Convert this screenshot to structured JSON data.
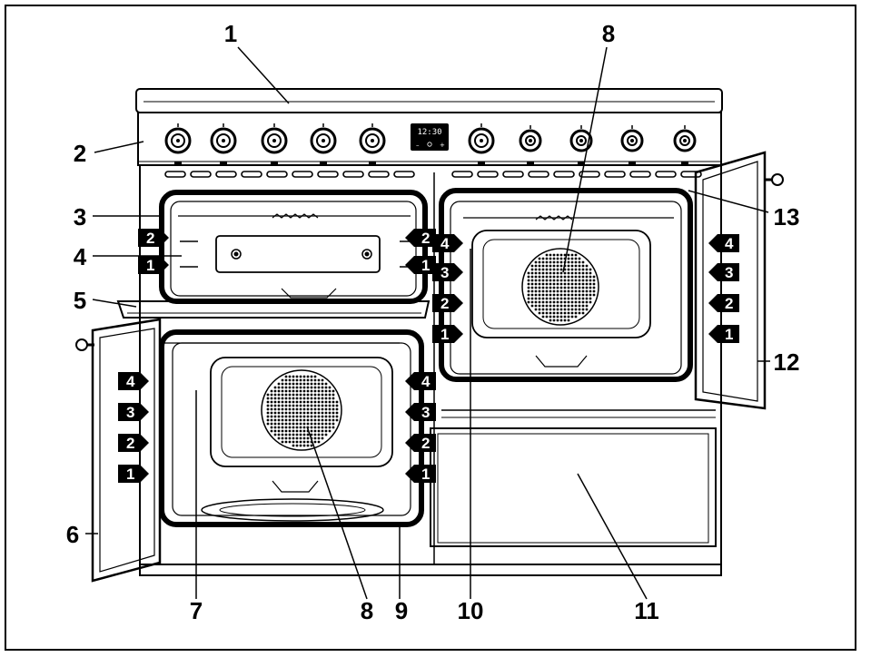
{
  "callouts": {
    "c1": "1",
    "c2": "2",
    "c3": "3",
    "c4": "4",
    "c5": "5",
    "c6": "6",
    "c7": "7",
    "c8a": "8",
    "c8b": "8",
    "c9": "9",
    "c10": "10",
    "c11": "11",
    "c12": "12",
    "c13": "13"
  },
  "clock": {
    "display": "12:30"
  },
  "shelf_levels": {
    "top_left_oven": [
      "1",
      "2"
    ],
    "right_oven": [
      "1",
      "2",
      "3",
      "4"
    ],
    "lower_left_oven": [
      "1",
      "2",
      "3",
      "4"
    ]
  },
  "colors": {
    "line": "#000000",
    "background": "#ffffff",
    "tag": "#000000",
    "tag_text": "#ffffff"
  }
}
